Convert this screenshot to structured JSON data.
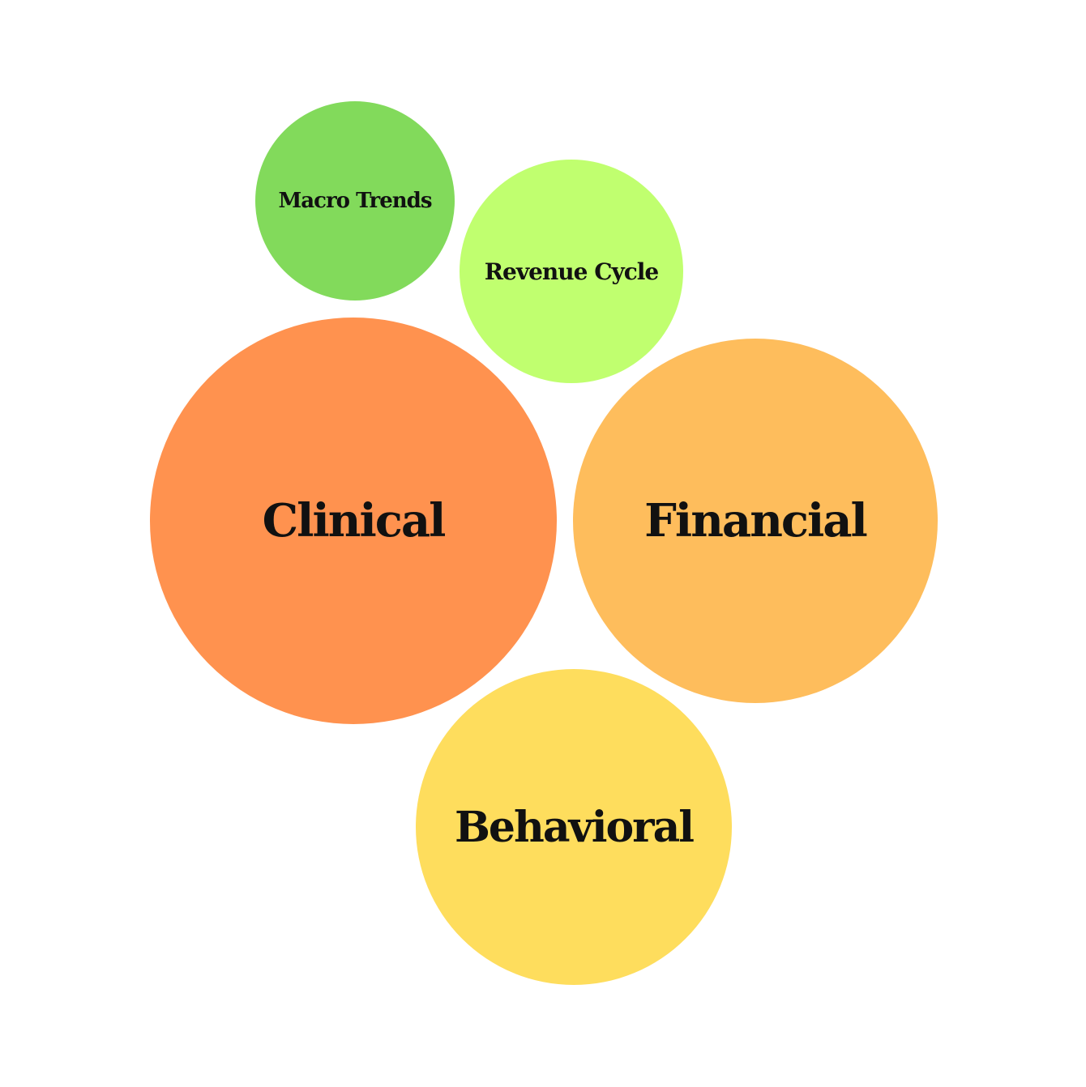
{
  "bubbles": [
    {
      "id": "macro",
      "label": "Macro Trends",
      "color": "#82DA5B"
    },
    {
      "id": "revenue",
      "label": "Revenue Cycle",
      "color": "#C0FF6F"
    },
    {
      "id": "clinical",
      "label": "Clinical",
      "color": "#FF924F"
    },
    {
      "id": "financial",
      "label": "Financial",
      "color": "#FEBD5C"
    },
    {
      "id": "behavioral",
      "label": "Behavioral",
      "color": "#FEDD5D"
    }
  ]
}
